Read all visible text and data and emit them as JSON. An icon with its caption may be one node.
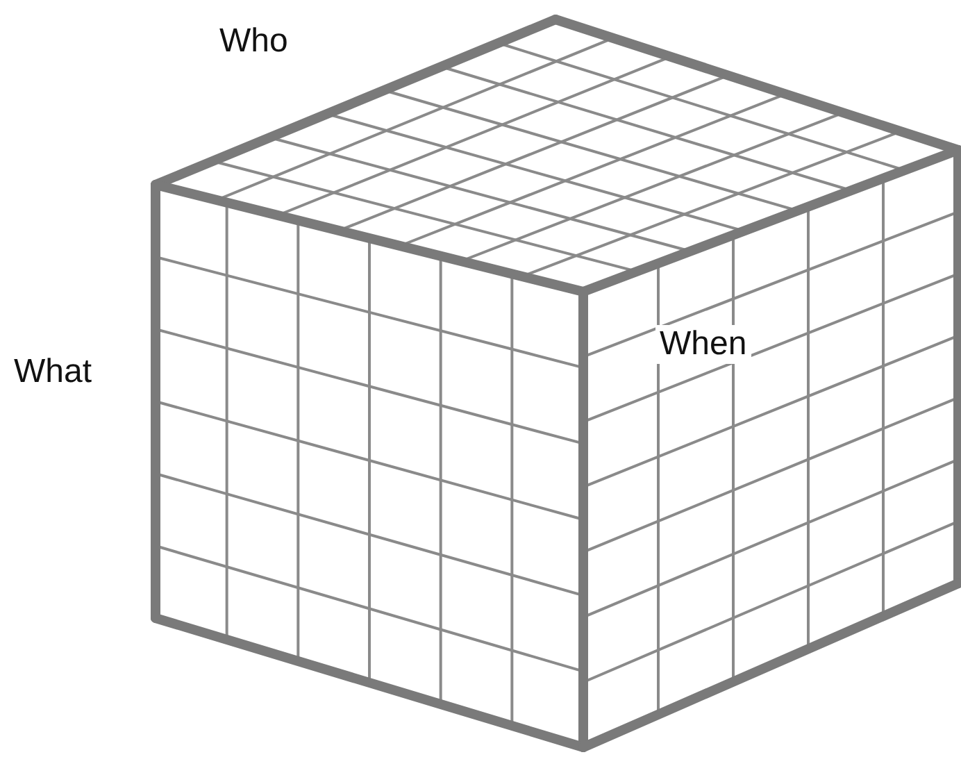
{
  "diagram": {
    "labels": [
      "Who",
      "What",
      "When"
    ]
  }
}
